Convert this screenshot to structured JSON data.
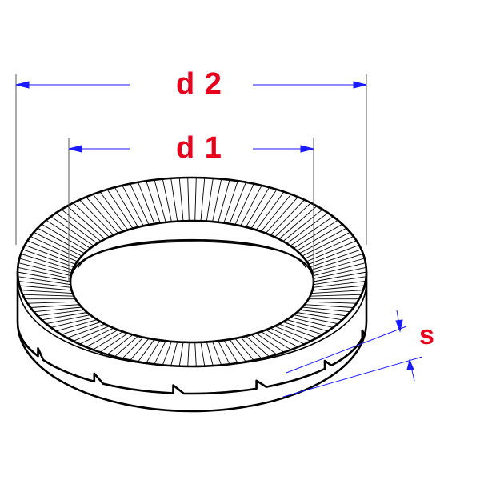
{
  "labels": {
    "outer_diameter": "d 2",
    "inner_diameter": "d 1",
    "thickness": "s"
  },
  "colors": {
    "label": "#e8001c",
    "dimension_line": "#1a1aff",
    "outline": "#000000",
    "fill": "#ffffff"
  },
  "counts": {
    "serrations": 130,
    "steps": 6
  }
}
